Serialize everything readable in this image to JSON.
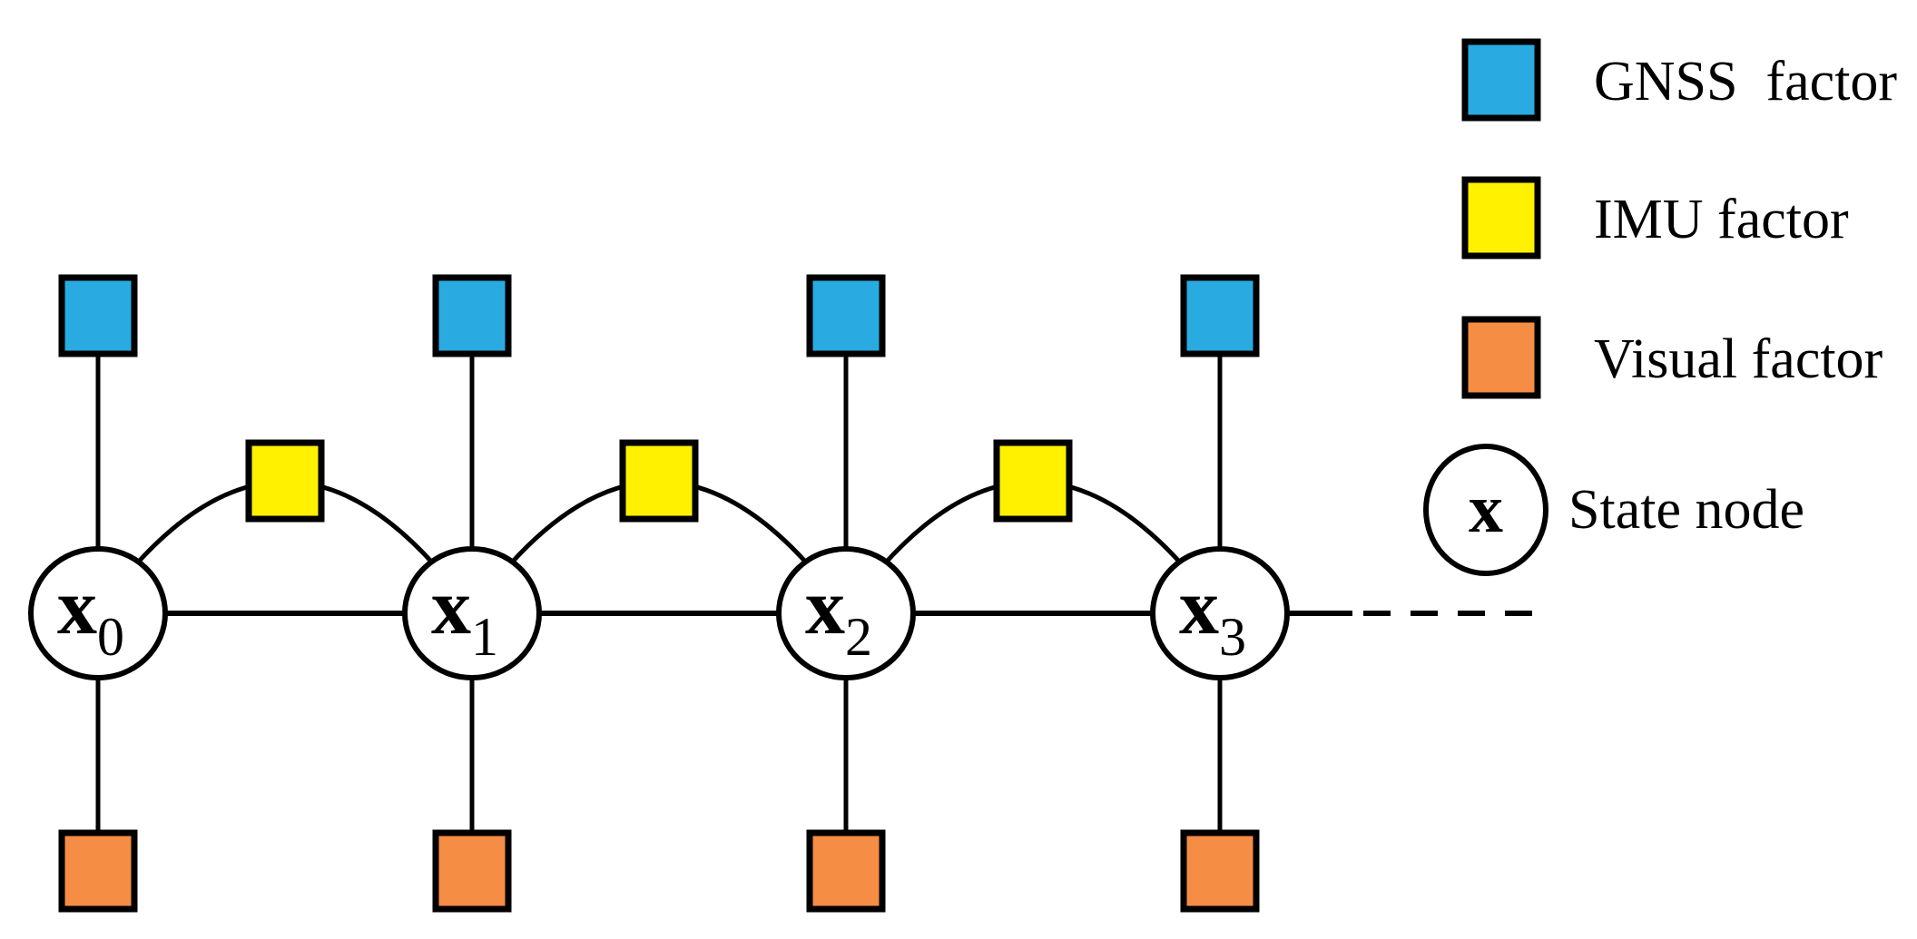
{
  "figure": {
    "kind": "factor-graph-diagram"
  },
  "colors": {
    "gnss_factor": "#29ABE2",
    "imu_factor": "#FFF100",
    "visual_factor": "#F68D44",
    "node_fill": "#FFFFFF",
    "line": "#000000"
  },
  "nodes": [
    {
      "id": "x0",
      "symbol": "x",
      "subscript": "0"
    },
    {
      "id": "x1",
      "symbol": "x",
      "subscript": "1"
    },
    {
      "id": "x2",
      "symbol": "x",
      "subscript": "2"
    },
    {
      "id": "x3",
      "symbol": "x",
      "subscript": "3"
    }
  ],
  "factors": {
    "gnss": {
      "count": 4,
      "attached_to": [
        "x0",
        "x1",
        "x2",
        "x3"
      ]
    },
    "imu": {
      "count": 3,
      "between": [
        "x0-x1",
        "x1-x2",
        "x2-x3"
      ]
    },
    "visual": {
      "count": 4,
      "attached_to": [
        "x0",
        "x1",
        "x2",
        "x3"
      ]
    }
  },
  "legend": {
    "items": [
      {
        "swatch": "square",
        "color_key": "gnss_factor",
        "label": "GNSS  factor"
      },
      {
        "swatch": "square",
        "color_key": "imu_factor",
        "label": "IMU factor"
      },
      {
        "swatch": "square",
        "color_key": "visual_factor",
        "label": "Visual factor"
      },
      {
        "swatch": "circle",
        "symbol": "x",
        "label": "State node"
      }
    ]
  }
}
